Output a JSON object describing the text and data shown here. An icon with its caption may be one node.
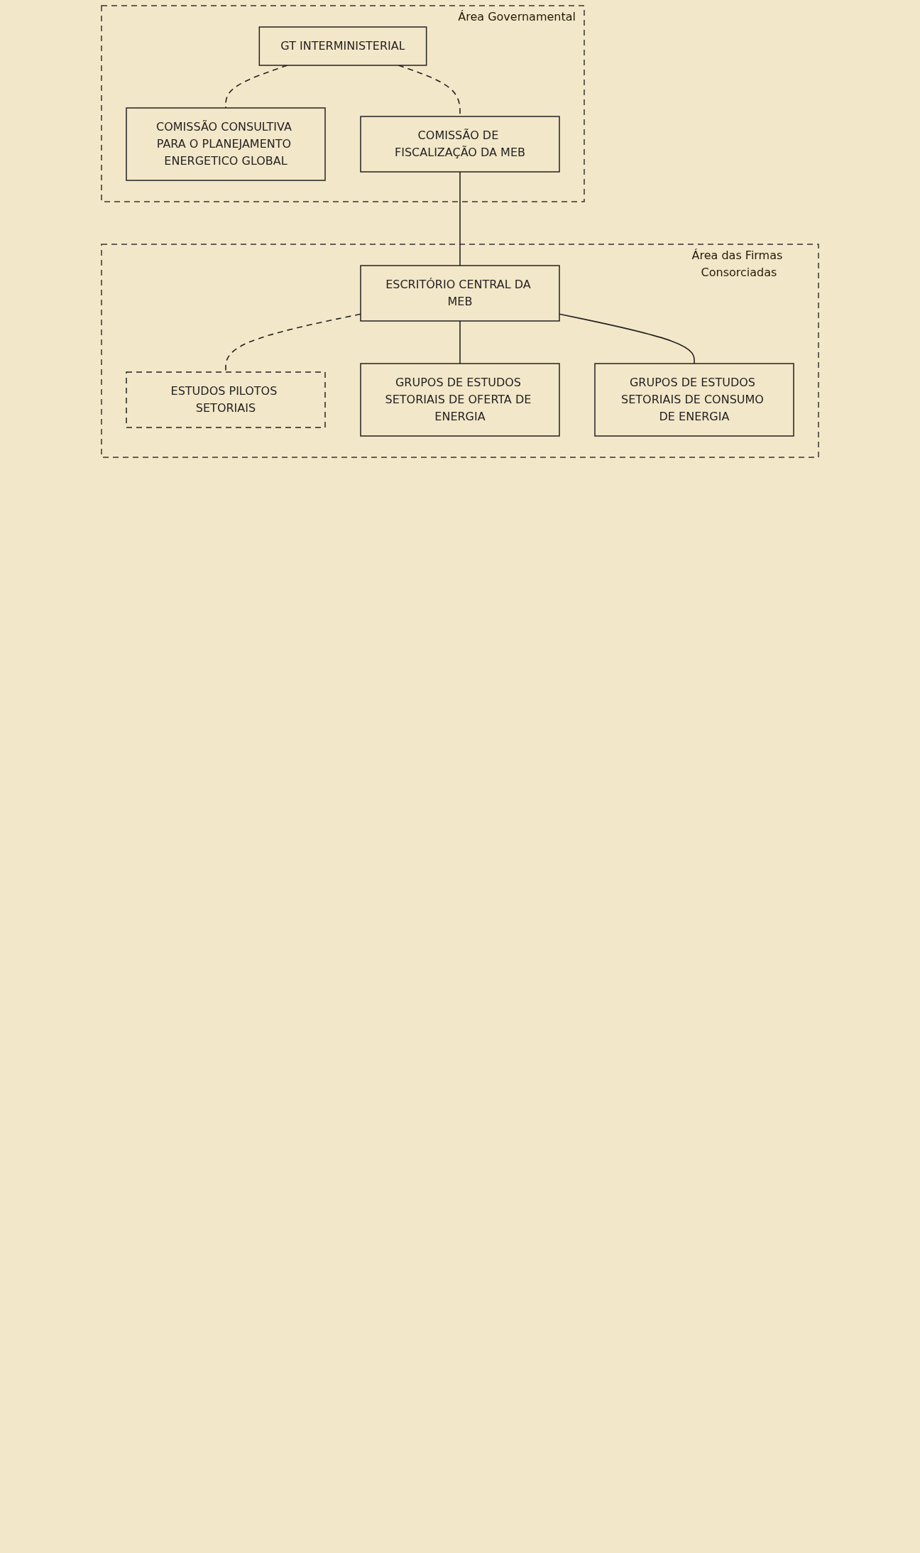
{
  "diagram": {
    "nodes": [
      {
        "text": [
          "Área Governamental"
        ]
      },
      {
        "text": [
          "GT INTERMINISTERIAL"
        ],
        "in": 0
      },
      {
        "text": [
          "COMISSÃO CONSULTIVA PARA O PLANEJAMENTO ENERGETICO GLOBAL"
        ],
        "in": 0
      },
      {
        "text": [
          "COMISSÃO DE FISCALIZAÇÃO DA MEB"
        ],
        "in": 0
      },
      {
        "text": [
          "Área das Firmas Consorciadas"
        ]
      },
      {
        "text": [
          "ESCRITÓRIO CENTRAL DA MEB"
        ],
        "in": 4
      },
      {
        "text": [
          "ESTUDOS PILOTOS SETORIAIS"
        ],
        "in": 4
      },
      {
        "text": [
          "GRUPOS DE ESTUDOS SETORIAIS DE OFERTA DE ENERGIA"
        ],
        "in": 4
      },
      {
        "text": [
          "GRUPOS DE ESTUDOS SETORIAIS DE CONSUMO DE ENERGIA"
        ],
        "in": 4
      }
    ],
    "edges": [
      {
        "from": 1,
        "to": 3,
        "arrow": "none",
        "style": "dashed"
      },
      {
        "from": 1,
        "to": 2,
        "arrow": "none",
        "style": "dashed"
      },
      {
        "from": 3,
        "to": 5,
        "arrow": "none"
      },
      {
        "from": 5,
        "to": 6,
        "arrow": "none",
        "style": "dashed"
      },
      {
        "from": 5,
        "to": 7,
        "arrow": "none"
      },
      {
        "from": 5,
        "to": 8,
        "arrow": "none"
      }
    ]
  }
}
